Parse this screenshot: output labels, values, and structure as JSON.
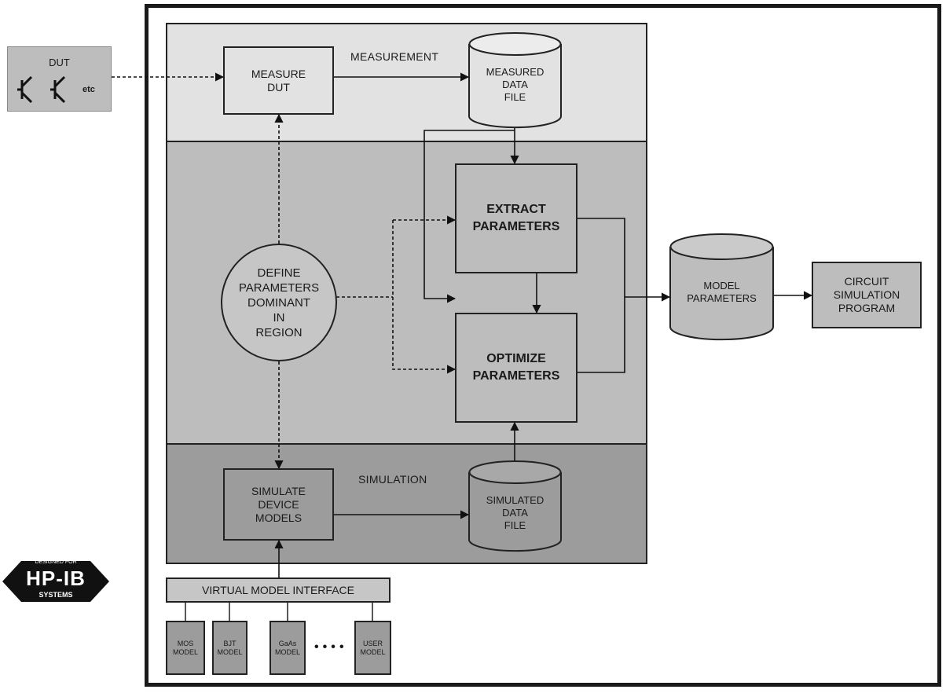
{
  "dut": {
    "title": "DUT",
    "etc": "etc"
  },
  "bands": {
    "measurement": "MEASUREMENT",
    "simulation": "SIMULATION"
  },
  "boxes": {
    "measure_dut": "MEASURE\nDUT",
    "extract": "EXTRACT\nPARAMETERS",
    "optimize": "OPTIMIZE\nPARAMETERS",
    "define": "DEFINE\nPARAMETERS\nDOMINANT\nIN\nREGION",
    "simulate": "SIMULATE\nDEVICE\nMODELS",
    "circuit": "CIRCUIT\nSIMULATION\nPROGRAM",
    "vmi": "VIRTUAL MODEL INTERFACE"
  },
  "cylinders": {
    "measured": "MEASURED\nDATA\nFILE",
    "simulated": "SIMULATED\nDATA\nFILE",
    "model": "MODEL\nPARAMETERS"
  },
  "models": [
    "MOS\nMODEL",
    "BJT\nMODEL",
    "GaAs\nMODEL",
    "USER\nMODEL"
  ],
  "ellipsis": "• • • •",
  "logo": {
    "top": "DESIGNED FOR",
    "main": "HP-IB",
    "bottom": "SYSTEMS"
  }
}
